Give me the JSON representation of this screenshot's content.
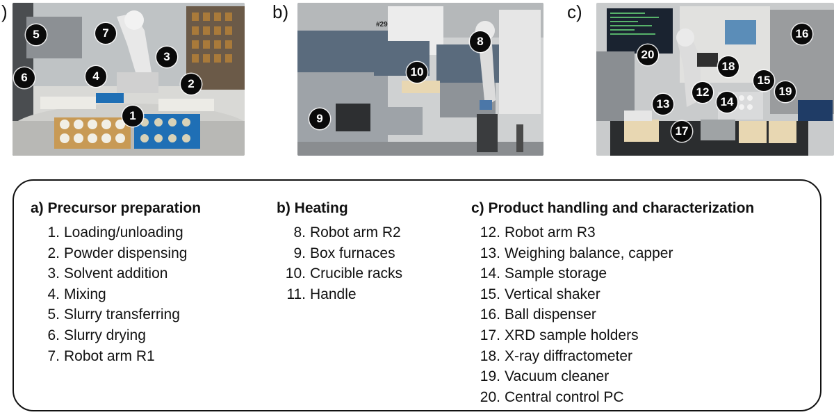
{
  "panels": [
    {
      "id": "a",
      "letter": ")",
      "markers": [
        "1",
        "2",
        "3",
        "4",
        "5",
        "6",
        "7"
      ]
    },
    {
      "id": "b",
      "letter": "b)",
      "sign": "#29",
      "markers": [
        "8",
        "9",
        "10"
      ]
    },
    {
      "id": "c",
      "letter": "c)",
      "markers": [
        "12",
        "13",
        "14",
        "15",
        "16",
        "17",
        "18",
        "19",
        "20"
      ]
    }
  ],
  "legend": {
    "a": {
      "title": "a) Precursor preparation",
      "items": [
        {
          "num": "1.",
          "text": "Loading/unloading"
        },
        {
          "num": "2.",
          "text": "Powder dispensing"
        },
        {
          "num": "3.",
          "text": "Solvent addition"
        },
        {
          "num": "4.",
          "text": "Mixing"
        },
        {
          "num": "5.",
          "text": "Slurry transferring"
        },
        {
          "num": "6.",
          "text": "Slurry drying"
        },
        {
          "num": "7.",
          "text": "Robot arm R1"
        }
      ]
    },
    "b": {
      "title": "b) Heating",
      "items": [
        {
          "num": "8.",
          "text": "Robot arm R2"
        },
        {
          "num": "9.",
          "text": "Box furnaces"
        },
        {
          "num": "10.",
          "text": "Crucible racks"
        },
        {
          "num": "11.",
          "text": "Handle"
        }
      ]
    },
    "c": {
      "title": "c) Product handling and characterization",
      "items": [
        {
          "num": "12.",
          "text": "Robot arm R3"
        },
        {
          "num": "13.",
          "text": "Weighing balance, capper"
        },
        {
          "num": "14.",
          "text": "Sample storage"
        },
        {
          "num": "15.",
          "text": "Vertical shaker"
        },
        {
          "num": "16.",
          "text": "Ball dispenser"
        },
        {
          "num": "17.",
          "text": "XRD sample holders"
        },
        {
          "num": "18.",
          "text": "X-ray diffractometer"
        },
        {
          "num": "19.",
          "text": "Vacuum cleaner"
        },
        {
          "num": "20.",
          "text": "Central control PC"
        }
      ]
    }
  },
  "colors": {
    "marker_bg": "#0a0a0a",
    "crucible_blue": "#1f6fb5",
    "wood_tray": "#c89a55",
    "robot_white": "#e8e8e8"
  }
}
